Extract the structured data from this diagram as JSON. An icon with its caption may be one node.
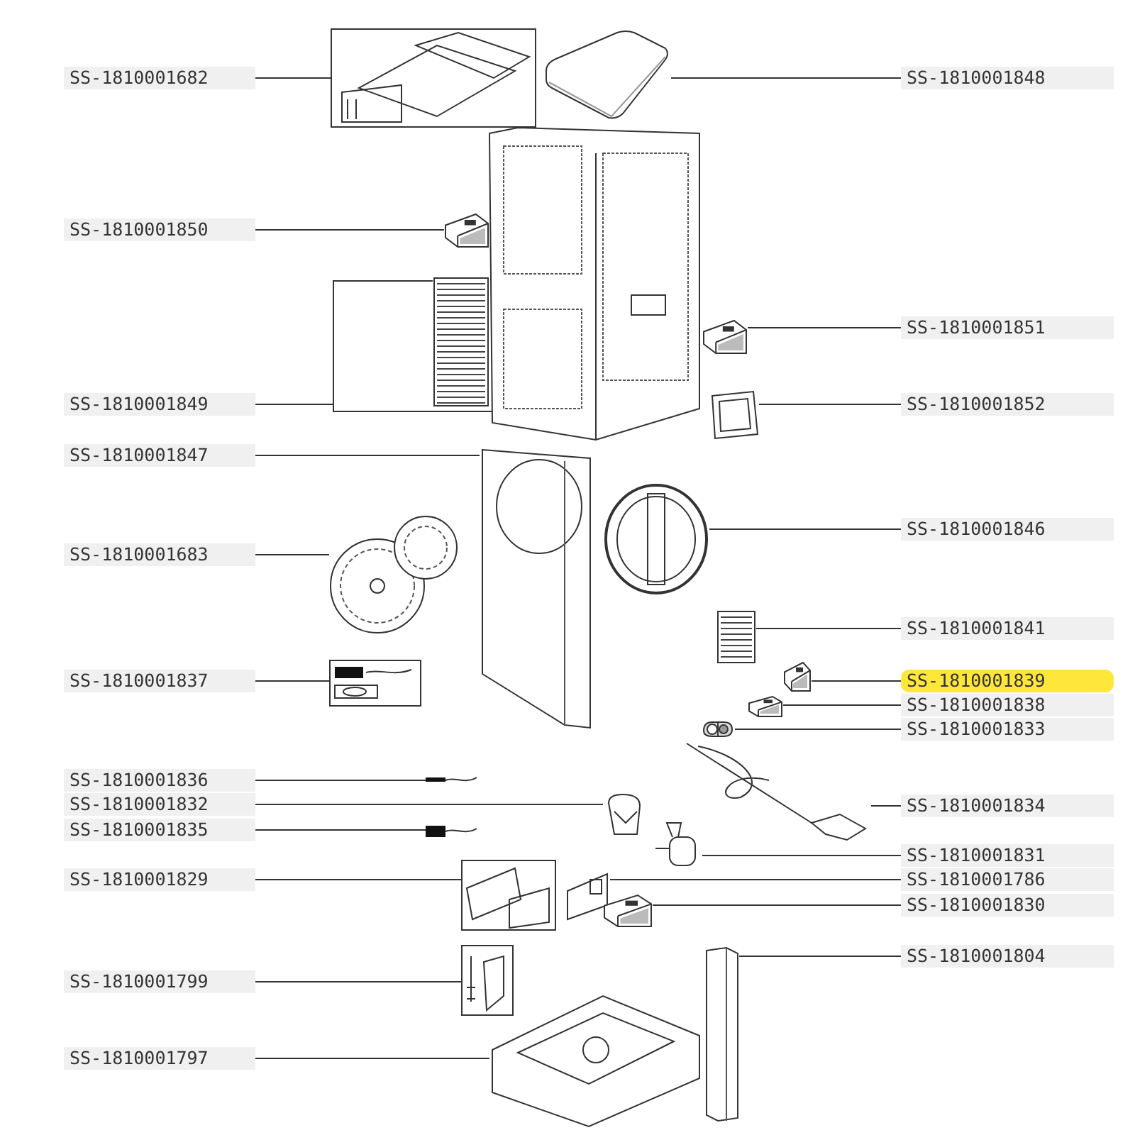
{
  "diagram": {
    "nodes": [
      {
        "text": [
          "SS-1810001682"
        ]
      },
      {
        "text": [
          "SS-1810001848"
        ]
      },
      {
        "text": [
          "SS-1810001850"
        ]
      },
      {
        "text": [
          "SS-1810001851"
        ]
      },
      {
        "text": [
          "SS-1810001849"
        ]
      },
      {
        "text": [
          "SS-1810001852"
        ]
      },
      {
        "text": [
          "SS-1810001847"
        ]
      },
      {
        "text": [
          "SS-1810001846"
        ]
      },
      {
        "text": [
          "SS-1810001683"
        ]
      },
      {
        "text": [
          "SS-1810001841"
        ]
      },
      {
        "text": [
          "SS-1810001837"
        ]
      },
      {
        "text": [
          "SS-1810001839"
        ]
      },
      {
        "text": [
          "SS-1810001838"
        ]
      },
      {
        "text": [
          "SS-1810001833"
        ]
      },
      {
        "text": [
          "SS-1810001836"
        ]
      },
      {
        "text": [
          "SS-1810001832"
        ]
      },
      {
        "text": [
          "SS-1810001834"
        ]
      },
      {
        "text": [
          "SS-1810001835"
        ]
      },
      {
        "text": [
          "SS-1810001831"
        ]
      },
      {
        "text": [
          "SS-1810001829"
        ]
      },
      {
        "text": [
          "SS-1810001786"
        ]
      },
      {
        "text": [
          "SS-1810001830"
        ]
      },
      {
        "text": [
          "SS-1810001804"
        ]
      },
      {
        "text": [
          "SS-1810001799"
        ]
      },
      {
        "text": [
          "SS-1810001797"
        ]
      },
      {
        "text": [],
        "shape": "picture"
      },
      {
        "text": [],
        "shape": "picture"
      },
      {
        "text": [],
        "shape": "picture"
      },
      {
        "text": [],
        "shape": "picture"
      },
      {
        "text": [],
        "shape": "picture"
      },
      {
        "text": [],
        "shape": "picture"
      },
      {
        "text": [],
        "shape": "picture"
      },
      {
        "text": [],
        "shape": "picture"
      },
      {
        "text": [],
        "shape": "picture"
      },
      {
        "text": [],
        "shape": "picture"
      },
      {
        "text": [],
        "shape": "picture"
      },
      {
        "text": [],
        "shape": "picture"
      },
      {
        "text": [],
        "shape": "picture"
      },
      {
        "text": [],
        "shape": "picture"
      },
      {
        "text": [],
        "shape": "picture"
      },
      {
        "text": [],
        "shape": "picture"
      },
      {
        "text": [],
        "shape": "picture"
      },
      {
        "text": [],
        "shape": "picture"
      },
      {
        "text": [],
        "shape": "picture"
      },
      {
        "text": [],
        "shape": "picture"
      },
      {
        "text": [],
        "shape": "picture"
      },
      {
        "text": [],
        "shape": "picture"
      },
      {
        "text": [],
        "shape": "picture"
      },
      {
        "text": [],
        "shape": "picture"
      },
      {
        "text": [],
        "shape": "picture"
      },
      {
        "text": [],
        "shape": "picture"
      }
    ],
    "edges": [
      {
        "from": 0,
        "to": 25,
        "arrow": "none"
      },
      {
        "from": 1,
        "to": 26,
        "arrow": "none"
      },
      {
        "from": 2,
        "to": 28,
        "arrow": "none"
      },
      {
        "from": 3,
        "to": 30,
        "arrow": "none"
      },
      {
        "from": 4,
        "to": 29,
        "arrow": "none"
      },
      {
        "from": 4,
        "to": 27,
        "arrow": "none"
      },
      {
        "from": 5,
        "to": 31,
        "arrow": "none"
      },
      {
        "from": 6,
        "to": 32,
        "arrow": "none"
      },
      {
        "from": 7,
        "to": 33,
        "arrow": "none"
      },
      {
        "from": 8,
        "to": 34,
        "arrow": "none"
      },
      {
        "from": 9,
        "to": 35,
        "arrow": "none"
      },
      {
        "from": 10,
        "to": 36,
        "arrow": "none"
      },
      {
        "from": 11,
        "to": 37,
        "arrow": "none"
      },
      {
        "from": 12,
        "to": 38,
        "arrow": "none"
      },
      {
        "from": 13,
        "to": 39,
        "arrow": "none"
      },
      {
        "from": 14,
        "to": 41,
        "arrow": "none"
      },
      {
        "from": 15,
        "to": 42,
        "arrow": "none"
      },
      {
        "from": 16,
        "to": 40,
        "arrow": "none"
      },
      {
        "from": 17,
        "to": 44,
        "arrow": "none"
      },
      {
        "from": 18,
        "to": 43,
        "arrow": "none"
      },
      {
        "from": 19,
        "to": 45,
        "arrow": "none"
      },
      {
        "from": 20,
        "to": 46,
        "arrow": "none"
      },
      {
        "from": 21,
        "to": 47,
        "arrow": "none"
      },
      {
        "from": 22,
        "to": 48,
        "arrow": "none"
      },
      {
        "from": 23,
        "to": 49,
        "arrow": "none"
      },
      {
        "from": 24,
        "to": 50,
        "arrow": "none"
      }
    ]
  }
}
